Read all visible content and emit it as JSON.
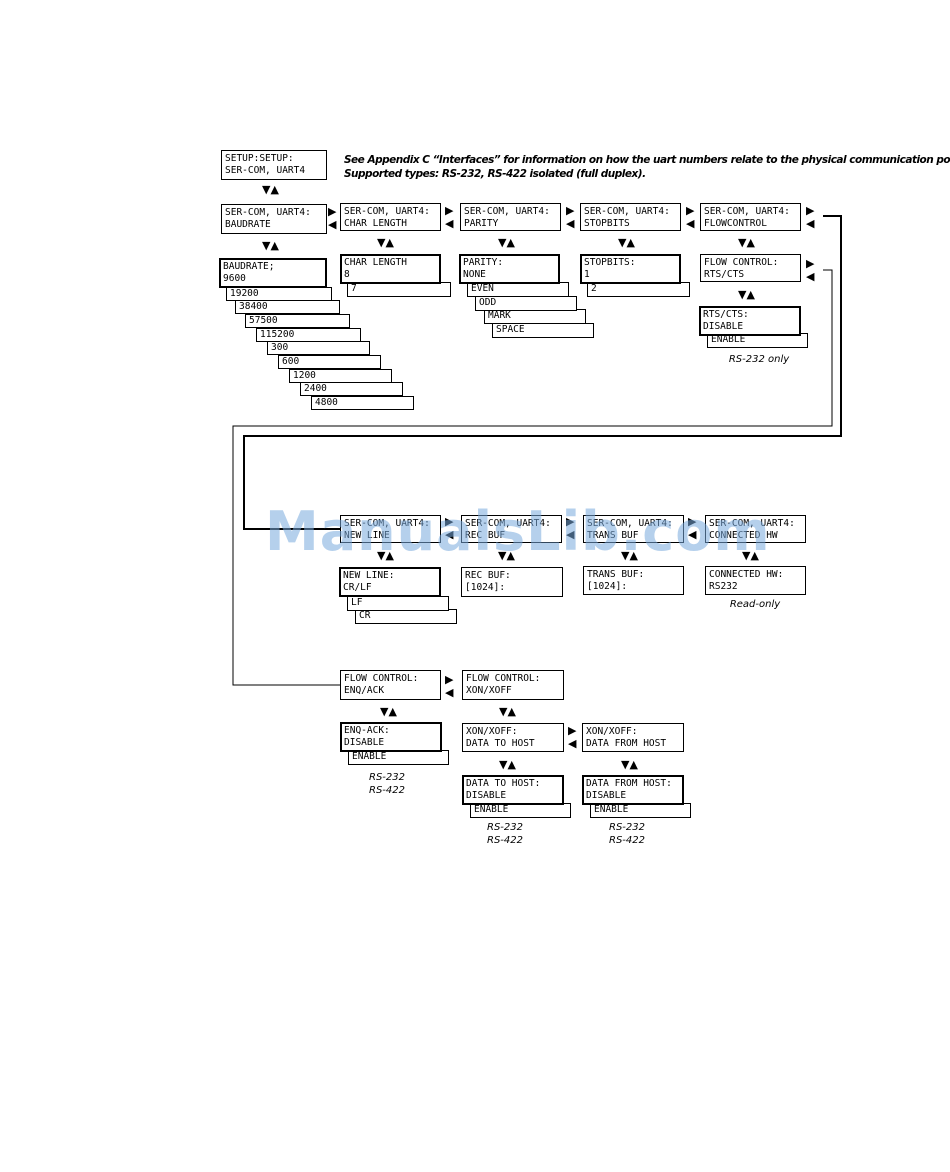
{
  "note": {
    "line1": "See Appendix C “Interfaces” for information on how the uart numbers relate to the physical communication ports.",
    "line2": "Supported types: RS-232, RS-422 isolated (full duplex)."
  },
  "menu": {
    "setup": "SETUP:SETUP:\nSER-COM, UART4",
    "baud": "SER-COM, UART4:\nBAUDRATE",
    "char": "SER-COM, UART4:\nCHAR LENGTH",
    "parity": "SER-COM, UART4:\nPARITY",
    "stopbits": "SER-COM, UART4:\nSTOPBITS",
    "flow": "SER-COM, UART4:\nFLOWCONTROL",
    "newline": "SER-COM, UART4:\nNEW LINE",
    "recbuf": "SER-COM, UART4:\nREC BUF",
    "transbuf": "SER-COM, UART4:\nTRANS BUF",
    "hw": "SER-COM, UART4:\nCONNECTED HW"
  },
  "baud": {
    "selected": "BAUDRATE;\n9600",
    "options": [
      "19200",
      "38400",
      "57500",
      "115200",
      "300",
      "600",
      "1200",
      "2400",
      "4800"
    ]
  },
  "char": {
    "selected": "CHAR LENGTH\n8",
    "options": [
      "7"
    ]
  },
  "parity": {
    "selected": "PARITY:\nNONE",
    "options": [
      "EVEN",
      "ODD",
      "MARK",
      "SPACE"
    ]
  },
  "stopbits": {
    "selected": "STOPBITS:\n1",
    "options": [
      "2"
    ]
  },
  "flow": {
    "menu": "FLOW CONTROL:\nRTS/CTS",
    "rts_selected": "RTS/CTS:\nDISABLE",
    "rts_options": [
      "ENABLE"
    ],
    "rts_note": "RS-232 only"
  },
  "newline": {
    "selected": "NEW LINE:\nCR/LF",
    "options": [
      "LF",
      "CR"
    ]
  },
  "recbuf": {
    "value": "REC BUF:\n[1024]:"
  },
  "transbuf": {
    "value": "TRANS BUF:\n[1024]:"
  },
  "hw": {
    "value": "CONNECTED HW:\nRS232",
    "note": "Read-only"
  },
  "flowctl": {
    "enq": "FLOW CONTROL:\nENQ/ACK",
    "xon": "FLOW CONTROL:\nXON/XOFF",
    "enq_selected": "ENQ-ACK:\nDISABLE",
    "enq_options": [
      "ENABLE"
    ],
    "enq_note": "RS-232\nRS-422",
    "to_host": "XON/XOFF:\nDATA TO HOST",
    "from_host": "XON/XOFF:\nDATA FROM HOST",
    "to_host_selected": "DATA TO HOST:\nDISABLE",
    "to_host_options": [
      "ENABLE"
    ],
    "to_host_note": "RS-232\nRS-422",
    "from_host_selected": "DATA FROM HOST:\nDISABLE",
    "from_host_options": [
      "ENABLE"
    ],
    "from_host_note": "RS-232\nRS-422"
  },
  "watermark": "ManualsLib.com",
  "glyphs": {
    "down_up": "▼▲",
    "right": "▶",
    "left": "◀"
  }
}
